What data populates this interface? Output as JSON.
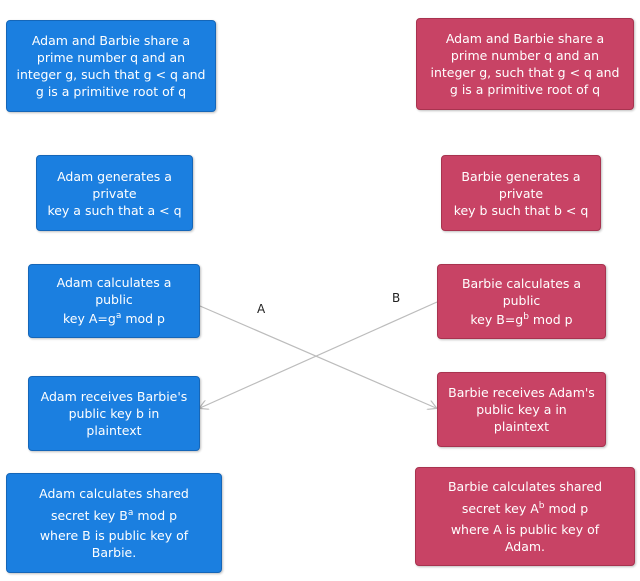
{
  "colors": {
    "adam": "#1b7fe0",
    "barbie": "#c84365",
    "arrow": "#bcbcbc"
  },
  "adam": {
    "step1": {
      "l1": "Adam and Barbie share a",
      "l2": "prime number q and an",
      "l3": "integer g, such that g < q and",
      "l4": "g is a primitive root of q"
    },
    "step2": {
      "l1": "Adam generates a",
      "l2": "private",
      "l3": "key a such that a < q"
    },
    "step3": {
      "l1": "Adam calculates a",
      "l2": "public",
      "l3_pre": "key A=g",
      "l3_sup": "a",
      "l3_post": " mod p"
    },
    "step4": {
      "l1": "Adam receives Barbie's",
      "l2": "public key b in",
      "l3": "plaintext"
    },
    "step5": {
      "l1": "Adam calculates shared",
      "l2_pre": "secret key B",
      "l2_sup": "a",
      "l2_post": "  mod p",
      "l3": "where  B is public key  of",
      "l4": "Barbie."
    }
  },
  "barbie": {
    "step1": {
      "l1": "Adam and Barbie share a",
      "l2": "prime number q and an",
      "l3": "integer g, such that g < q and",
      "l4": "g is a primitive root of q"
    },
    "step2": {
      "l1": "Barbie generates a",
      "l2": "private",
      "l3": "key b such that b < q"
    },
    "step3": {
      "l1": "Barbie calculates a",
      "l2": "public",
      "l3_pre": "key B=g",
      "l3_sup": "b",
      "l3_post": " mod p"
    },
    "step4": {
      "l1": "Barbie receives Adam's",
      "l2": "public key a in",
      "l3": "plaintext"
    },
    "step5": {
      "l1": "Barbie calculates shared",
      "l2_pre": "secret key A",
      "l2_sup": "b",
      "l2_post": "  mod p",
      "l3": "where  A is public  key  of",
      "l4": "Adam."
    }
  },
  "labels": {
    "a": "A",
    "b": "B"
  }
}
